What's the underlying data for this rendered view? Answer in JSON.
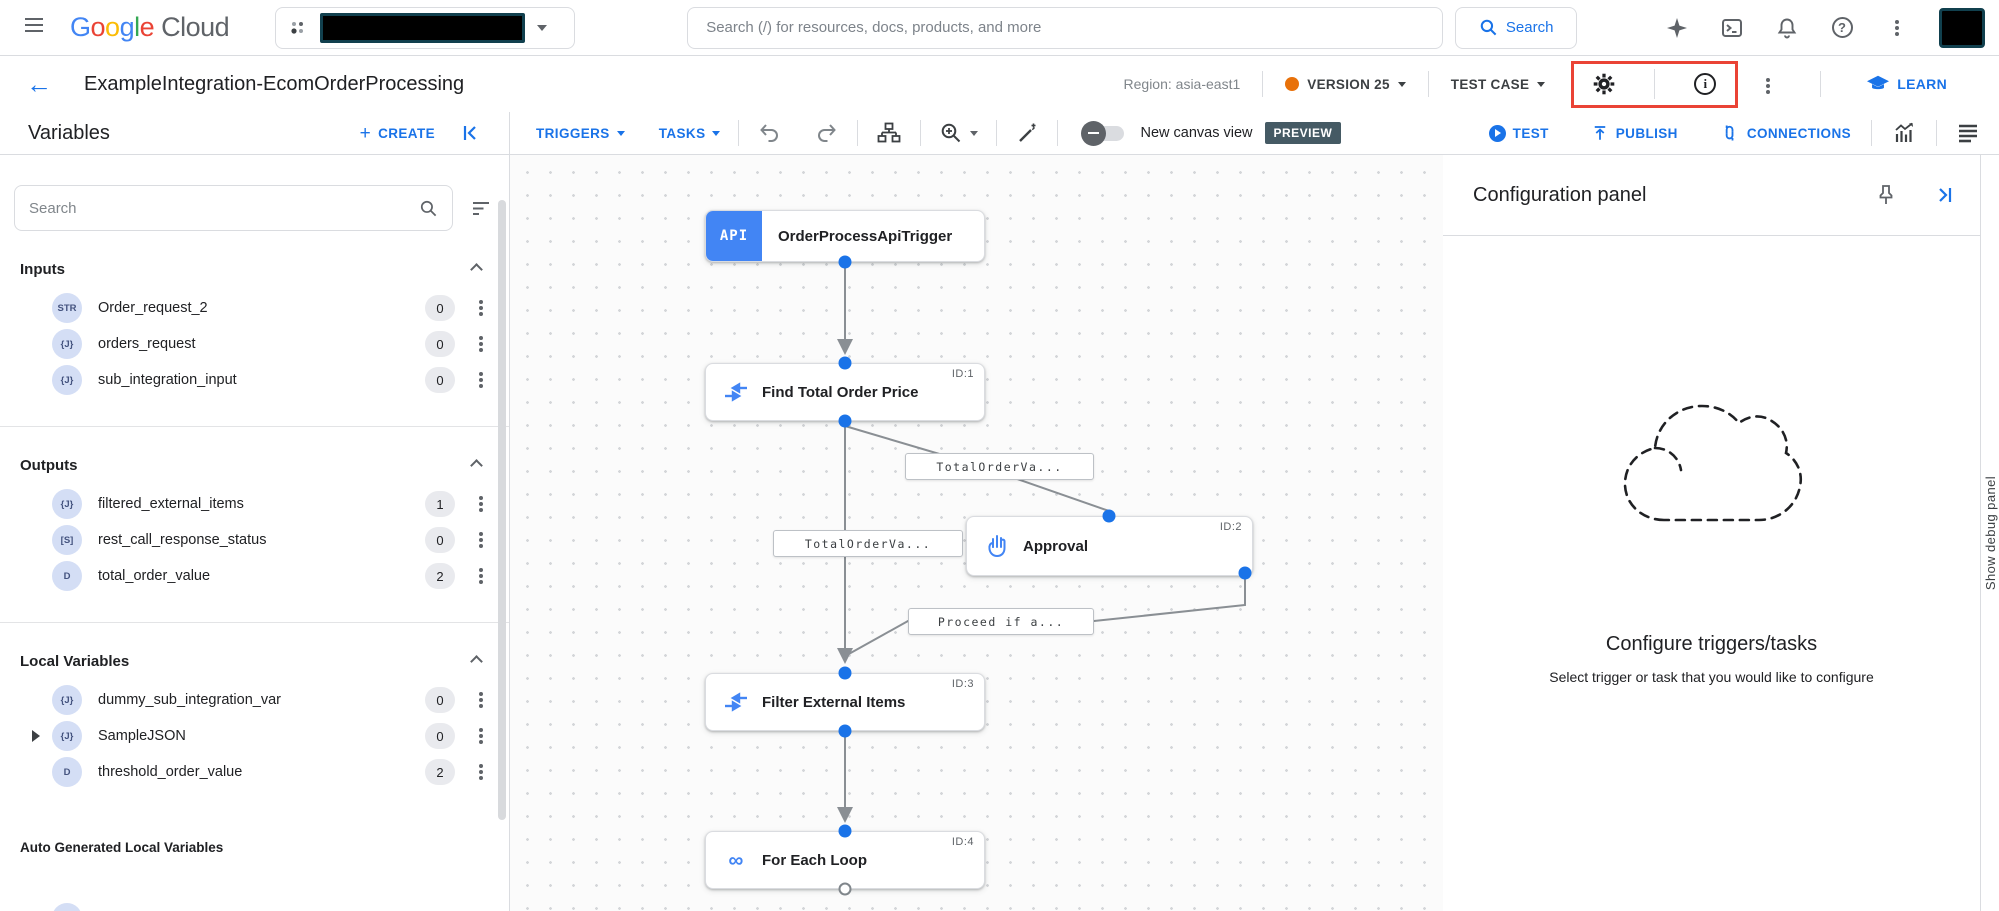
{
  "colors": {
    "accent_blue": "#1a73e8",
    "node_blue": "#4285f4",
    "version_dot_orange": "#e8710a",
    "highlight_red": "#ea4335",
    "preview_badge": "#455a64"
  },
  "icons": {
    "back_arrow": "←",
    "plus": "+",
    "infinity": "∞",
    "question_mark": "?",
    "info_i": "i"
  },
  "topbar": {
    "logo_letters": [
      {
        "ch": "G"
      },
      {
        "ch": "o"
      },
      {
        "ch": "o"
      },
      {
        "ch": "g"
      },
      {
        "ch": "l"
      },
      {
        "ch": "e"
      }
    ],
    "logo_cloud": "Cloud",
    "search_placeholder": "Search (/) for resources, docs, products, and more",
    "search_button_label": "Search"
  },
  "titlebar": {
    "title": "ExampleIntegration-EcomOrderProcessing",
    "region": "Region: asia-east1",
    "version": "VERSION 25",
    "test_case": "TEST CASE",
    "learn": "LEARN"
  },
  "toolbar": {
    "variables_title": "Variables",
    "create": "CREATE",
    "triggers": "TRIGGERS",
    "tasks": "TASKS",
    "new_canvas_view": "New canvas view",
    "preview_badge": "PREVIEW",
    "test": "TEST",
    "publish": "PUBLISH",
    "connections": "CONNECTIONS"
  },
  "sidebar": {
    "search_placeholder": "Search",
    "sections": [
      {
        "title": "Inputs",
        "items": [
          {
            "type": "STR",
            "name": "Order_request_2",
            "count": "0"
          },
          {
            "type": "{J}",
            "name": "orders_request",
            "count": "0"
          },
          {
            "type": "{J}",
            "name": "sub_integration_input",
            "count": "0"
          }
        ]
      },
      {
        "title": "Outputs",
        "items": [
          {
            "type": "{J}",
            "name": "filtered_external_items",
            "count": "1"
          },
          {
            "type": "[S]",
            "name": "rest_call_response_status",
            "count": "0"
          },
          {
            "type": "D",
            "name": "total_order_value",
            "count": "2"
          }
        ]
      },
      {
        "title": "Local Variables",
        "items": [
          {
            "type": "{J}",
            "name": "dummy_sub_integration_var",
            "count": "0"
          },
          {
            "type": "{J}",
            "name": "SampleJSON",
            "count": "0"
          },
          {
            "type": "D",
            "name": "threshold_order_value",
            "count": "2"
          }
        ]
      }
    ],
    "auto_generated_header": "Auto Generated Local Variables"
  },
  "canvas": {
    "nodes": [
      {
        "id_label": "",
        "label": "OrderProcessApiTrigger",
        "icon_text": "API"
      },
      {
        "id_label": "ID:1",
        "label": "Find Total Order Price"
      },
      {
        "id_label": "ID:2",
        "label": "Approval"
      },
      {
        "id_label": "ID:3",
        "label": "Filter External Items"
      },
      {
        "id_label": "ID:4",
        "label": "For Each Loop"
      }
    ],
    "edge_labels": [
      {
        "text": "TotalOrderVa..."
      },
      {
        "text": "TotalOrderVa..."
      },
      {
        "text": "Proceed if a..."
      }
    ]
  },
  "config_panel": {
    "title": "Configuration panel",
    "empty_title": "Configure triggers/tasks",
    "empty_subtitle": "Select trigger or task that you would like to configure"
  },
  "debug_panel": {
    "label": "Show debug panel"
  }
}
